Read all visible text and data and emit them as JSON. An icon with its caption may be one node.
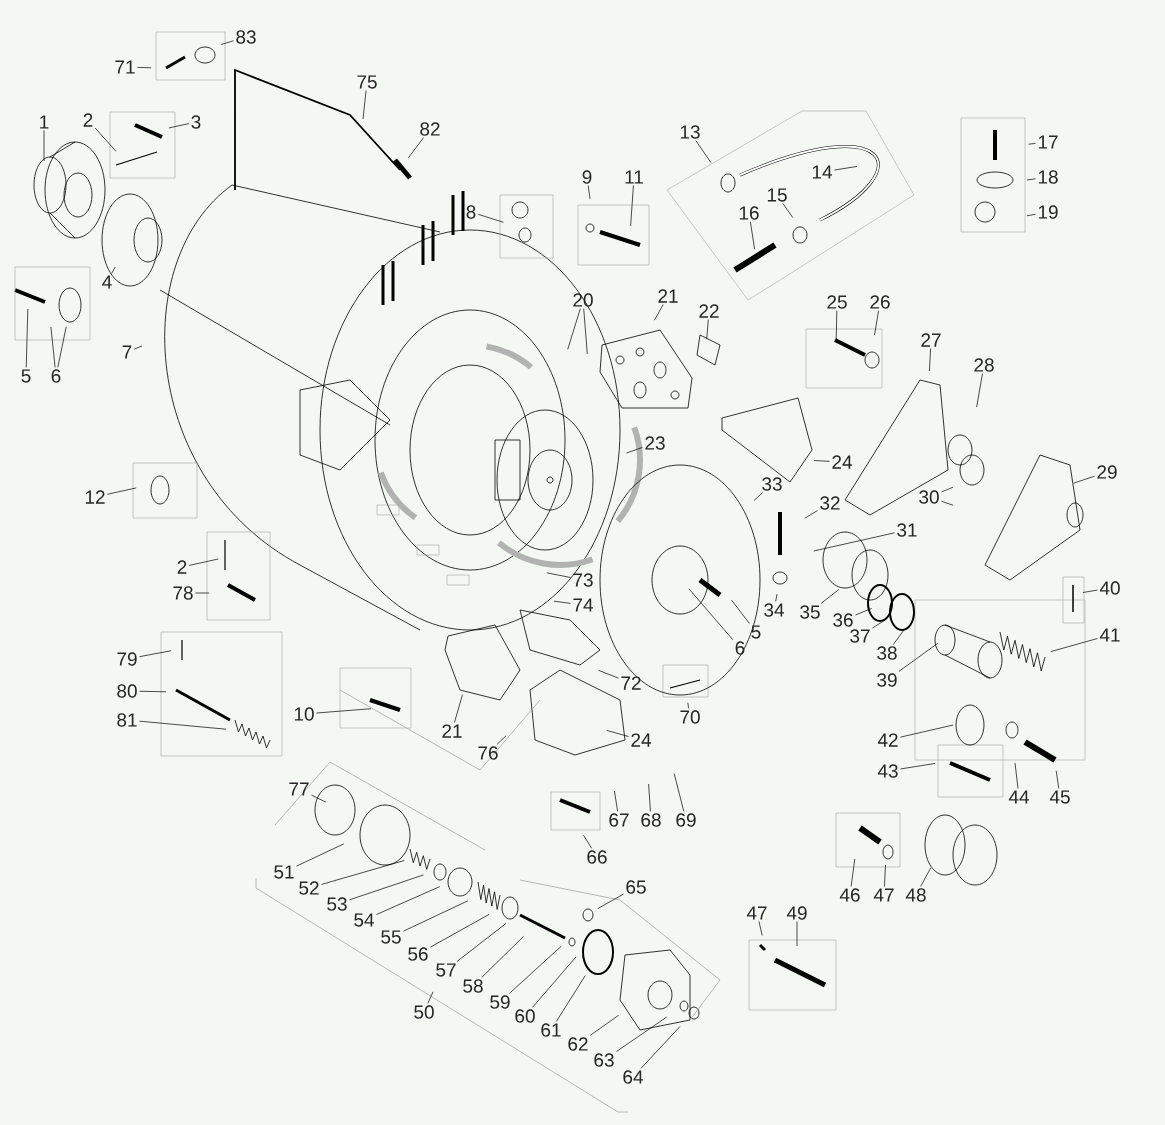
{
  "diagram": {
    "nodes": [
      {
        "text": [
          "83"
        ]
      },
      {
        "text": [
          "71"
        ]
      },
      {
        "text": [
          "75"
        ]
      },
      {
        "text": [
          "1"
        ]
      },
      {
        "text": [
          "2"
        ]
      },
      {
        "text": [
          "3"
        ]
      },
      {
        "text": [
          "82"
        ]
      },
      {
        "text": [
          "13"
        ]
      },
      {
        "text": [
          "17"
        ]
      },
      {
        "text": [
          "14"
        ]
      },
      {
        "text": [
          "18"
        ]
      },
      {
        "text": [
          "9"
        ]
      },
      {
        "text": [
          "11"
        ]
      },
      {
        "text": [
          "15"
        ]
      },
      {
        "text": [
          "8"
        ]
      },
      {
        "text": [
          "16"
        ]
      },
      {
        "text": [
          "19"
        ]
      },
      {
        "text": [
          "4"
        ]
      },
      {
        "text": [
          "20"
        ]
      },
      {
        "text": [
          "21"
        ]
      },
      {
        "text": [
          "25"
        ]
      },
      {
        "text": [
          "26"
        ]
      },
      {
        "text": [
          "22"
        ]
      },
      {
        "text": [
          "27"
        ]
      },
      {
        "text": [
          "7"
        ]
      },
      {
        "text": [
          "28"
        ]
      },
      {
        "text": [
          "5"
        ]
      },
      {
        "text": [
          "6"
        ]
      },
      {
        "text": [
          "23"
        ]
      },
      {
        "text": [
          "24"
        ]
      },
      {
        "text": [
          "29"
        ]
      },
      {
        "text": [
          "33"
        ]
      },
      {
        "text": [
          "12"
        ]
      },
      {
        "text": [
          "30"
        ]
      },
      {
        "text": [
          "32"
        ]
      },
      {
        "text": [
          "31"
        ]
      },
      {
        "text": [
          "2"
        ]
      },
      {
        "text": [
          "73"
        ]
      },
      {
        "text": [
          "78"
        ]
      },
      {
        "text": [
          "40"
        ]
      },
      {
        "text": [
          "74"
        ]
      },
      {
        "text": [
          "34"
        ]
      },
      {
        "text": [
          "35"
        ]
      },
      {
        "text": [
          "36"
        ]
      },
      {
        "text": [
          "41"
        ]
      },
      {
        "text": [
          "5"
        ]
      },
      {
        "text": [
          "37"
        ]
      },
      {
        "text": [
          "6"
        ]
      },
      {
        "text": [
          "38"
        ]
      },
      {
        "text": [
          "79"
        ]
      },
      {
        "text": [
          "39"
        ]
      },
      {
        "text": [
          "72"
        ]
      },
      {
        "text": [
          "80"
        ]
      },
      {
        "text": [
          "10"
        ]
      },
      {
        "text": [
          "70"
        ]
      },
      {
        "text": [
          "81"
        ]
      },
      {
        "text": [
          "21"
        ]
      },
      {
        "text": [
          "24"
        ]
      },
      {
        "text": [
          "42"
        ]
      },
      {
        "text": [
          "76"
        ]
      },
      {
        "text": [
          "43"
        ]
      },
      {
        "text": [
          "77"
        ]
      },
      {
        "text": [
          "44"
        ]
      },
      {
        "text": [
          "45"
        ]
      },
      {
        "text": [
          "67"
        ]
      },
      {
        "text": [
          "68"
        ]
      },
      {
        "text": [
          "69"
        ]
      },
      {
        "text": [
          "66"
        ]
      },
      {
        "text": [
          "51"
        ]
      },
      {
        "text": [
          "65"
        ]
      },
      {
        "text": [
          "52"
        ]
      },
      {
        "text": [
          "46"
        ]
      },
      {
        "text": [
          "47"
        ]
      },
      {
        "text": [
          "48"
        ]
      },
      {
        "text": [
          "53"
        ]
      },
      {
        "text": [
          "47"
        ]
      },
      {
        "text": [
          "49"
        ]
      },
      {
        "text": [
          "54"
        ]
      },
      {
        "text": [
          "55"
        ]
      },
      {
        "text": [
          "56"
        ]
      },
      {
        "text": [
          "57"
        ]
      },
      {
        "text": [
          "58"
        ]
      },
      {
        "text": [
          "59"
        ]
      },
      {
        "text": [
          "50"
        ]
      },
      {
        "text": [
          "60"
        ]
      },
      {
        "text": [
          "61"
        ]
      },
      {
        "text": [
          "62"
        ]
      },
      {
        "text": [
          "63"
        ]
      },
      {
        "text": [
          "64"
        ]
      }
    ],
    "edges": [
      {
        "from": 0,
        "to": null,
        "arrow": "none"
      },
      {
        "from": 1,
        "to": null,
        "arrow": "none"
      },
      {
        "from": 2,
        "to": null,
        "arrow": "none"
      },
      {
        "from": 3,
        "to": null,
        "arrow": "none"
      },
      {
        "from": 4,
        "to": null,
        "arrow": "none"
      },
      {
        "from": 5,
        "to": null,
        "arrow": "none"
      },
      {
        "from": 6,
        "to": null,
        "arrow": "none"
      },
      {
        "from": 7,
        "to": null,
        "arrow": "none"
      },
      {
        "from": 8,
        "to": null,
        "arrow": "none"
      },
      {
        "from": 9,
        "to": null,
        "arrow": "none"
      },
      {
        "from": 10,
        "to": null,
        "arrow": "none"
      },
      {
        "from": 11,
        "to": null,
        "arrow": "none"
      },
      {
        "from": 12,
        "to": null,
        "arrow": "none"
      },
      {
        "from": 13,
        "to": null,
        "arrow": "none"
      },
      {
        "from": 14,
        "to": null,
        "arrow": "none"
      },
      {
        "from": 15,
        "to": null,
        "arrow": "none"
      },
      {
        "from": 16,
        "to": null,
        "arrow": "none"
      },
      {
        "from": 17,
        "to": null,
        "arrow": "none"
      },
      {
        "from": 18,
        "to": null,
        "arrow": "none"
      },
      {
        "from": 18,
        "to": null,
        "arrow": "none"
      },
      {
        "from": 19,
        "to": null,
        "arrow": "none"
      },
      {
        "from": 20,
        "to": null,
        "arrow": "none"
      },
      {
        "from": 21,
        "to": null,
        "arrow": "none"
      },
      {
        "from": 22,
        "to": null,
        "arrow": "none"
      },
      {
        "from": 23,
        "to": null,
        "arrow": "none"
      },
      {
        "from": 24,
        "to": null,
        "arrow": "none"
      },
      {
        "from": 25,
        "to": null,
        "arrow": "none"
      },
      {
        "from": 26,
        "to": null,
        "arrow": "none"
      },
      {
        "from": 27,
        "to": null,
        "arrow": "none"
      },
      {
        "from": 27,
        "to": null,
        "arrow": "none"
      },
      {
        "from": 28,
        "to": null,
        "arrow": "none"
      },
      {
        "from": 29,
        "to": null,
        "arrow": "none"
      },
      {
        "from": 30,
        "to": null,
        "arrow": "none"
      },
      {
        "from": 31,
        "to": null,
        "arrow": "none"
      },
      {
        "from": 32,
        "to": null,
        "arrow": "none"
      },
      {
        "from": 33,
        "to": null,
        "arrow": "none"
      },
      {
        "from": 33,
        "to": null,
        "arrow": "none"
      },
      {
        "from": 34,
        "to": null,
        "arrow": "none"
      },
      {
        "from": 35,
        "to": null,
        "arrow": "none"
      },
      {
        "from": 36,
        "to": null,
        "arrow": "none"
      },
      {
        "from": 37,
        "to": null,
        "arrow": "none"
      },
      {
        "from": 38,
        "to": null,
        "arrow": "none"
      },
      {
        "from": 39,
        "to": null,
        "arrow": "none"
      },
      {
        "from": 40,
        "to": null,
        "arrow": "none"
      },
      {
        "from": 41,
        "to": null,
        "arrow": "none"
      },
      {
        "from": 42,
        "to": null,
        "arrow": "none"
      },
      {
        "from": 43,
        "to": null,
        "arrow": "none"
      },
      {
        "from": 44,
        "to": null,
        "arrow": "none"
      },
      {
        "from": 45,
        "to": null,
        "arrow": "none"
      },
      {
        "from": 46,
        "to": null,
        "arrow": "none"
      },
      {
        "from": 47,
        "to": null,
        "arrow": "none"
      },
      {
        "from": 48,
        "to": null,
        "arrow": "none"
      },
      {
        "from": 49,
        "to": null,
        "arrow": "none"
      },
      {
        "from": 50,
        "to": null,
        "arrow": "none"
      },
      {
        "from": 51,
        "to": null,
        "arrow": "none"
      },
      {
        "from": 52,
        "to": null,
        "arrow": "none"
      },
      {
        "from": 53,
        "to": null,
        "arrow": "none"
      },
      {
        "from": 54,
        "to": null,
        "arrow": "none"
      },
      {
        "from": 55,
        "to": null,
        "arrow": "none"
      },
      {
        "from": 56,
        "to": null,
        "arrow": "none"
      },
      {
        "from": 57,
        "to": null,
        "arrow": "none"
      },
      {
        "from": 58,
        "to": null,
        "arrow": "none"
      },
      {
        "from": 59,
        "to": null,
        "arrow": "none"
      },
      {
        "from": 60,
        "to": null,
        "arrow": "none"
      },
      {
        "from": 61,
        "to": null,
        "arrow": "none"
      },
      {
        "from": 62,
        "to": null,
        "arrow": "none"
      },
      {
        "from": 63,
        "to": null,
        "arrow": "none"
      },
      {
        "from": 64,
        "to": null,
        "arrow": "none"
      },
      {
        "from": 65,
        "to": null,
        "arrow": "none"
      },
      {
        "from": 66,
        "to": null,
        "arrow": "none"
      },
      {
        "from": 67,
        "to": null,
        "arrow": "none"
      },
      {
        "from": 68,
        "to": null,
        "arrow": "none"
      },
      {
        "from": 69,
        "to": null,
        "arrow": "none"
      },
      {
        "from": 70,
        "to": null,
        "arrow": "none"
      },
      {
        "from": 71,
        "to": null,
        "arrow": "none"
      },
      {
        "from": 72,
        "to": null,
        "arrow": "none"
      },
      {
        "from": 73,
        "to": null,
        "arrow": "none"
      },
      {
        "from": 74,
        "to": null,
        "arrow": "none"
      },
      {
        "from": 75,
        "to": null,
        "arrow": "none"
      },
      {
        "from": 76,
        "to": null,
        "arrow": "none"
      },
      {
        "from": 77,
        "to": null,
        "arrow": "none"
      },
      {
        "from": 78,
        "to": null,
        "arrow": "none"
      },
      {
        "from": 79,
        "to": null,
        "arrow": "none"
      },
      {
        "from": 80,
        "to": null,
        "arrow": "none"
      },
      {
        "from": 81,
        "to": null,
        "arrow": "none"
      },
      {
        "from": 82,
        "to": null,
        "arrow": "none"
      },
      {
        "from": 83,
        "to": null,
        "arrow": "none"
      },
      {
        "from": 84,
        "to": null,
        "arrow": "none"
      },
      {
        "from": 85,
        "to": null,
        "arrow": "none"
      },
      {
        "from": 86,
        "to": null,
        "arrow": "none"
      },
      {
        "from": 87,
        "to": null,
        "arrow": "none"
      },
      {
        "from": 88,
        "to": null,
        "arrow": "none"
      }
    ]
  }
}
